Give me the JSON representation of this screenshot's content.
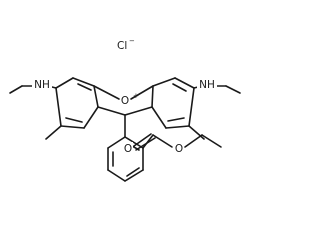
{
  "molecule": {
    "counterion": {
      "symbol": "Cl",
      "charge": "−"
    },
    "ring_oxygen": {
      "symbol": "O",
      "charge": "+"
    },
    "amine_left": "NH",
    "amine_right": "NH",
    "ester_oxygen_carbonyl": "O",
    "ester_oxygen_ether": "O",
    "colors": {
      "bond": "#1a1a1a",
      "background": "#ffffff"
    }
  }
}
